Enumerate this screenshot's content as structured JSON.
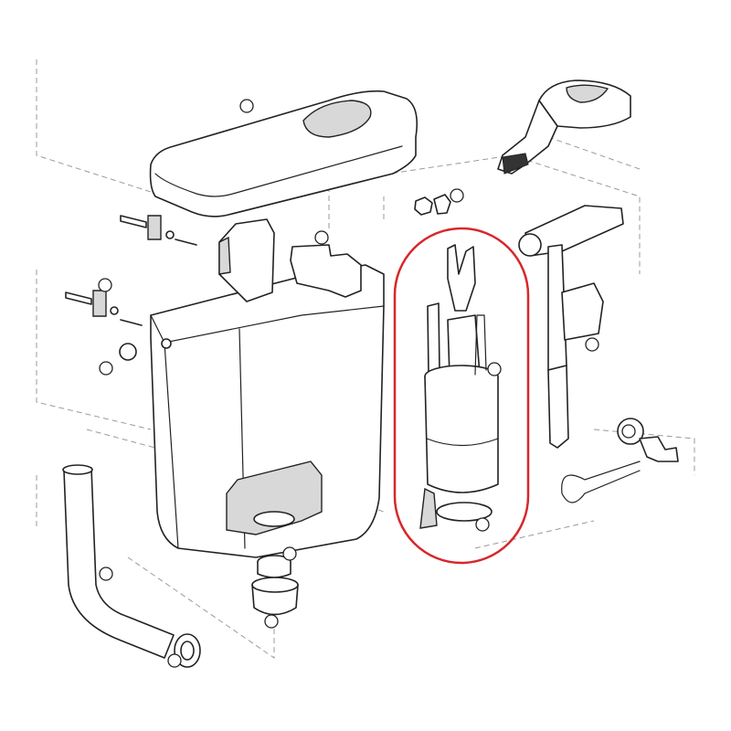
{
  "diagram": {
    "type": "exploded-parts-view",
    "line_color": "#222222",
    "highlight_color": "#d7272b",
    "guide_line_color": "#9a9a9a",
    "highlighted_part": "flush-valve",
    "parts": [
      "cistern-lid",
      "cistern-tank",
      "flush-valve",
      "fill-valve",
      "push-button-actuator",
      "flush-pipe",
      "angle-stop-valve",
      "bolts",
      "outlet-seal",
      "connection-sleeve"
    ]
  }
}
